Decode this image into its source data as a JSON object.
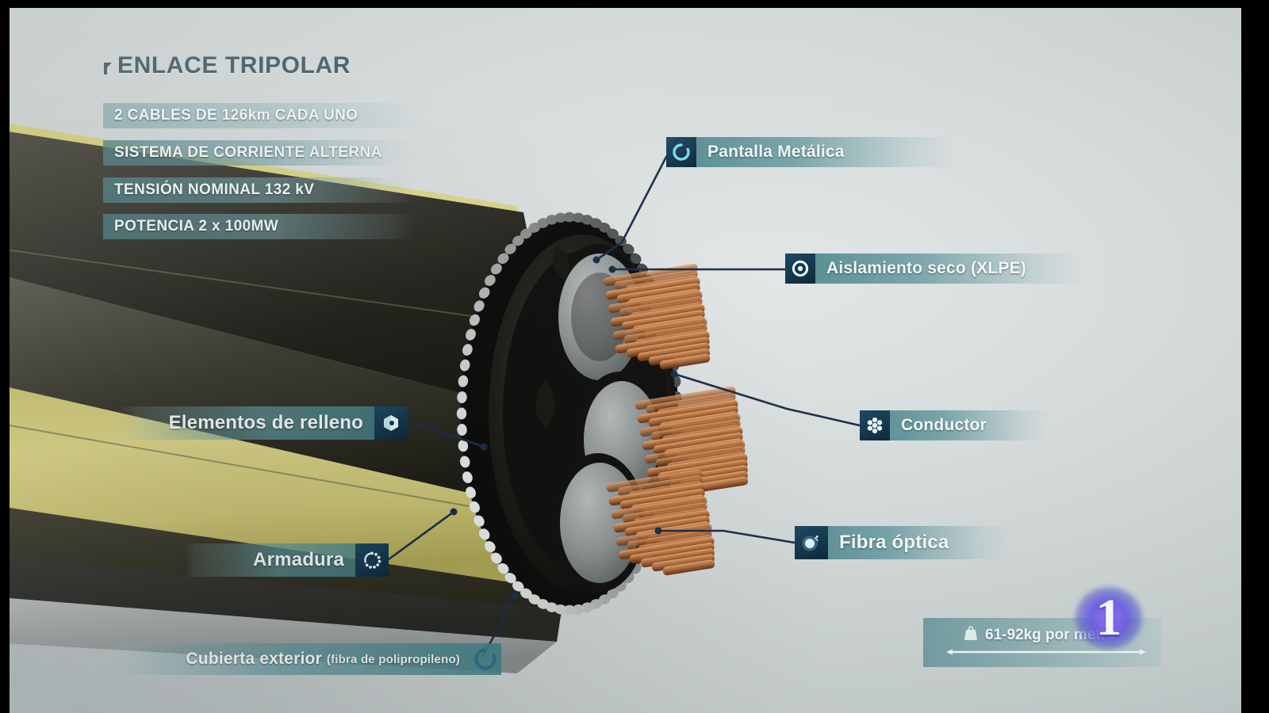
{
  "graphic": {
    "title": "ENLACE TRIPOLAR",
    "specs": [
      "2 CABLES DE 126km CADA UNO",
      "SISTEMA DE CORRIENTE ALTERNA",
      "TENSIÓN NOMINAL 132 kV",
      "POTENCIA 2 x 100MW"
    ],
    "callouts_right": [
      {
        "label": "Pantalla Metálica",
        "icon": "metallic-screen-ring-icon"
      },
      {
        "label": "Aislamiento seco (XLPE)",
        "icon": "insulation-donut-icon"
      },
      {
        "label": "Conductor",
        "icon": "stranded-conductor-icon"
      },
      {
        "label": "Fibra óptica",
        "icon": "optical-fiber-dot-icon"
      }
    ],
    "callouts_left": [
      {
        "label": "Elementos de relleno",
        "icon": "filler-element-icon"
      },
      {
        "label": "Armadura",
        "icon": "armour-dotted-ring-icon"
      }
    ],
    "callout_bottom": {
      "label": "Cubierta exterior",
      "sublabel": "(fibra de polipropileno)",
      "icon": "outer-sheath-arc-icon"
    },
    "weight": {
      "value": "61-92kg por metro",
      "icon": "weight-icon"
    },
    "channel_logo": "1",
    "colors": {
      "chip": "#407e85",
      "icon_box": "#14364c",
      "title": "#3d5560",
      "background": "#d2d8d8",
      "jacket_yellow": "#d3cd7e",
      "copper": "#b5733f",
      "leader_line": "#1d2f4a",
      "logo_purple": "#6e50e1"
    }
  }
}
